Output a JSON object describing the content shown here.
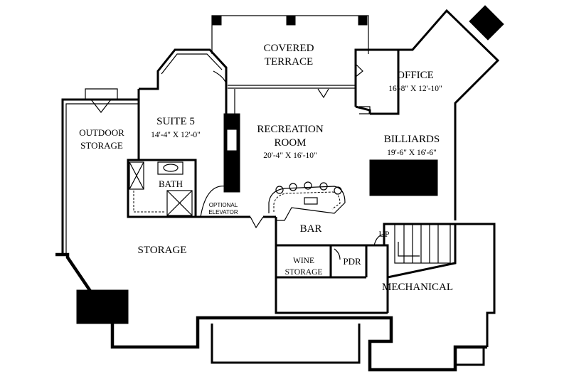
{
  "rooms": {
    "covered_terrace": {
      "line1": "COVERED",
      "line2": "TERRACE"
    },
    "office": {
      "name": "OFFICE",
      "size": "16'-8\" X 12'-10\""
    },
    "suite5": {
      "name": "SUITE 5",
      "size": "14'-4\" X 12'-0\""
    },
    "recreation": {
      "line1": "RECREATION",
      "line2": "ROOM",
      "size": "20'-4\" X 16'-10\""
    },
    "billiards": {
      "name": "BILLIARDS",
      "size": "19'-6\" X 16'-6\""
    },
    "outdoor_storage": {
      "line1": "OUTDOOR",
      "line2": "STORAGE"
    },
    "bath": {
      "name": "BATH"
    },
    "elevator": {
      "line1": "OPTIONAL",
      "line2": "ELEVATOR"
    },
    "storage": {
      "name": "STORAGE"
    },
    "bar": {
      "name": "BAR"
    },
    "wine_storage": {
      "line1": "WINE",
      "line2": "STORAGE"
    },
    "pdr": {
      "name": "PDR"
    },
    "mechanical": {
      "name": "MECHANICAL"
    },
    "stairs": {
      "label": "UP"
    }
  },
  "colors": {
    "wall": "#000000",
    "background": "#ffffff"
  }
}
